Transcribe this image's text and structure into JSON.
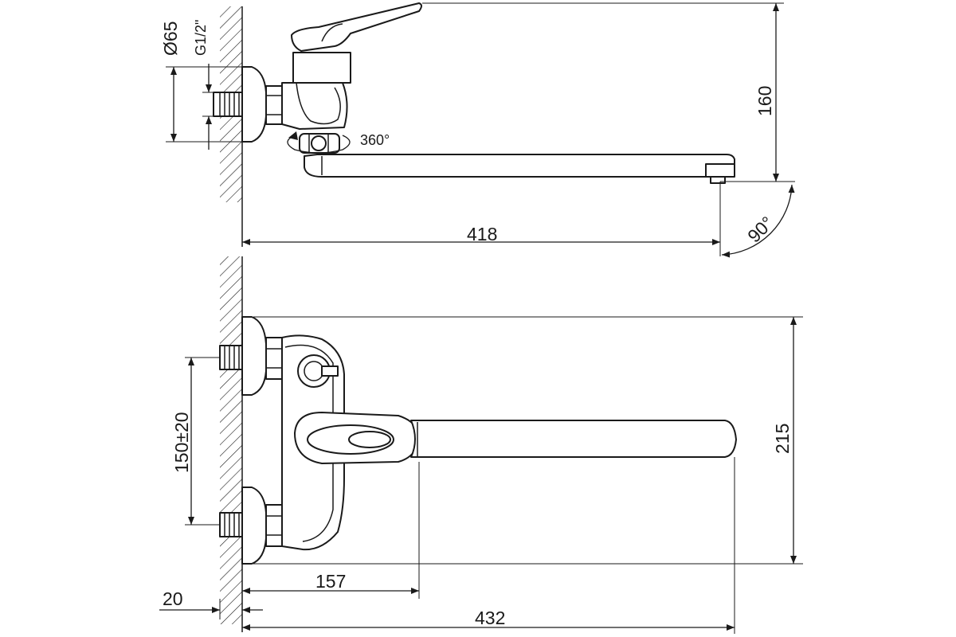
{
  "dimensions": {
    "flange_diameter": "Ø65",
    "thread_size": "G1/2\"",
    "rotation_360": "360°",
    "height_160": "160",
    "length_418": "418",
    "angle_90": "90°",
    "height_215": "215",
    "centers_150": "150±20",
    "offset_157": "157",
    "wall_20": "20",
    "length_432": "432"
  }
}
